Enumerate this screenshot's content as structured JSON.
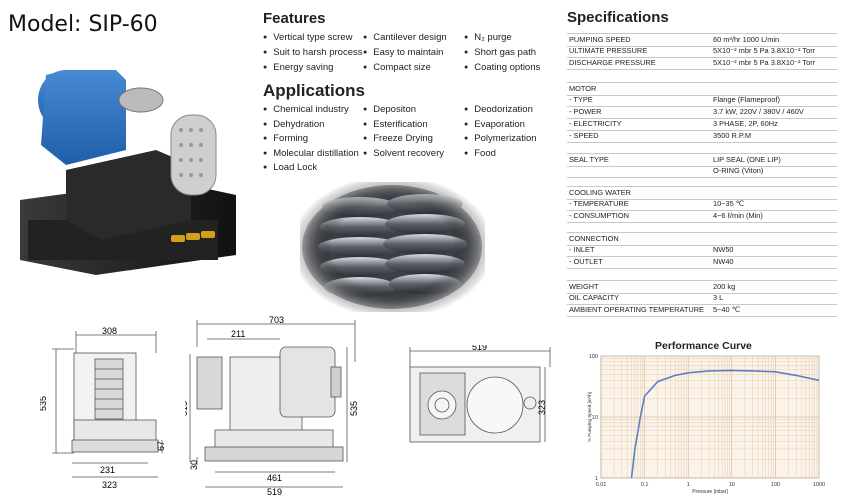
{
  "model": "Model: SIP-60",
  "features": {
    "title": "Features",
    "col1": [
      "Vertical type screw",
      "Suit to harsh process",
      "Energy saving"
    ],
    "col2": [
      "Cantilever design",
      "Easy to maintain",
      "Compact size"
    ],
    "col3": [
      "N₂ purge",
      "Short gas path",
      "Coating options"
    ]
  },
  "applications": {
    "title": "Applications",
    "col1": [
      "Chemical industry",
      "Dehydration",
      "Forming",
      "Molecular distillation",
      "Load Lock"
    ],
    "col2": [
      "Depositon",
      "Esterification",
      "Freeze Drying",
      "Solvent recovery"
    ],
    "col3": [
      "Deodorization",
      "Evaporation",
      "Polymerization",
      "Food"
    ]
  },
  "specs": {
    "title": "Specifications",
    "rows": [
      {
        "k": "PUMPING SPEED",
        "v": "60  m³/hr   1000 L/min"
      },
      {
        "k": "ULTIMATE  PRESSURE",
        "v": "5X10⁻² mbr    5 Pa    3.8X10⁻² Torr"
      },
      {
        "k": "DISCHARGE PRESSURE",
        "v": "5X10⁻² mbr    5 Pa    3.8X10⁻² Torr"
      },
      {
        "k": "MOTOR",
        "v": ""
      },
      {
        "k": "- TYPE",
        "v": "Flange (Flameproof)"
      },
      {
        "k": "- POWER",
        "v": "3.7 kW, 220V / 380V / 460V"
      },
      {
        "k": "- ELECTRICITY",
        "v": "3 PHASE, 2P, 60Hz"
      },
      {
        "k": "- SPEED",
        "v": "3500 R.P.M"
      },
      {
        "k": "SEAL TYPE",
        "v": "LIP SEAL (ONE LIP)"
      },
      {
        "k": "",
        "v": "O-RING (Viton)"
      },
      {
        "k": "COOLING WATER",
        "v": ""
      },
      {
        "k": "- TEMPERATURE",
        "v": "10~35 ℃"
      },
      {
        "k": "- CONSUMPTION",
        "v": "4~6 ℓ/min (Min)"
      },
      {
        "k": "CONNECTION",
        "v": ""
      },
      {
        "k": "- INLET",
        "v": "NW50"
      },
      {
        "k": "- OUTLET",
        "v": "NW40"
      },
      {
        "k": "WEIGHT",
        "v": "200 kg"
      },
      {
        "k": "OIL CAPACITY",
        "v": "3 L"
      },
      {
        "k": "AMBIENT OPERATING TEMPERATURE",
        "v": "5~40 ℃"
      }
    ]
  },
  "dimensions": {
    "front": {
      "top": "308",
      "height": "535",
      "h67": "67",
      "w231": "231",
      "w323": "323"
    },
    "side": {
      "overall": "703",
      "w211": "211",
      "h515": "515",
      "h535": "535",
      "h30": "30",
      "w461": "461",
      "w519": "519"
    },
    "top": {
      "w519": "519",
      "h323": "323"
    }
  },
  "chart_data": {
    "type": "line",
    "title": "Performance Curve",
    "xlabel": "Pressure [mbar]",
    "ylabel": "% Pumping Speed [m³/h]",
    "x_scale": "log",
    "y_scale": "log",
    "xlim": [
      0.01,
      1000
    ],
    "ylim": [
      1,
      100
    ],
    "x_ticks": [
      "0.01",
      "0.1",
      "1",
      "10",
      "100",
      "1000"
    ],
    "y_ticks": [
      "1",
      "10",
      "100"
    ],
    "grid": true,
    "series": [
      {
        "x": [
          0.05,
          0.06,
          0.08,
          0.1,
          0.2,
          0.5,
          1,
          3,
          10,
          30,
          100,
          300,
          1000
        ],
        "y": [
          1,
          3,
          10,
          22,
          38,
          48,
          53,
          57,
          58,
          57,
          55,
          48,
          40
        ],
        "color": "#5b7fc2"
      }
    ]
  }
}
